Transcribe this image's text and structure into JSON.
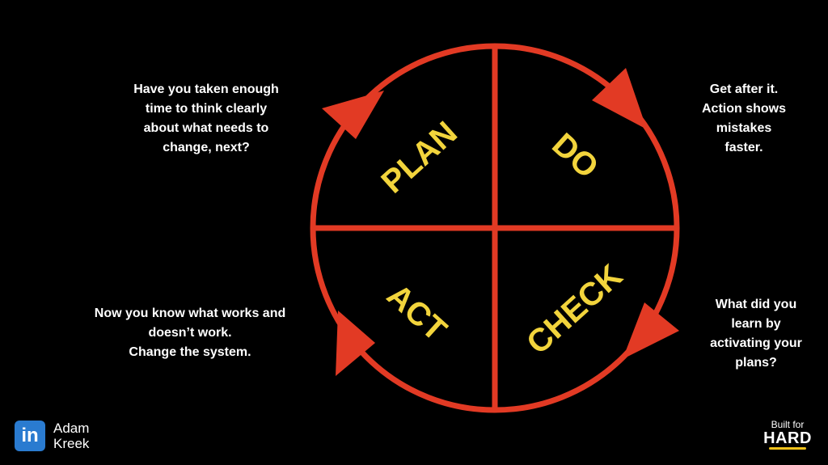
{
  "colors": {
    "background": "#000000",
    "cycle_red": "#e23a24",
    "quadrant_label": "#f2d43c",
    "caption_text": "#ffffff",
    "linkedin_blue": "#2a7bd0",
    "brand_accent": "#f2c21b"
  },
  "quadrants": {
    "plan": "PLAN",
    "do": "DO",
    "check": "CHECK",
    "act": "ACT"
  },
  "captions": {
    "plan": [
      "Have you taken enough",
      "time to think clearly",
      "about what needs to",
      "change, next?"
    ],
    "do": [
      "Get after it.",
      "Action shows",
      "mistakes",
      "faster."
    ],
    "check": [
      "What did you",
      "learn by",
      "activating your",
      "plans?"
    ],
    "act": [
      "Now you know what works and",
      "doesn’t work.",
      "Change the system."
    ]
  },
  "branding": {
    "linkedin_icon": "linkedin-icon",
    "linkedin_letters": "in",
    "name_first": "Adam",
    "name_last": "Kreek",
    "tagline_small": "Built for",
    "tagline_big": "HARD"
  }
}
